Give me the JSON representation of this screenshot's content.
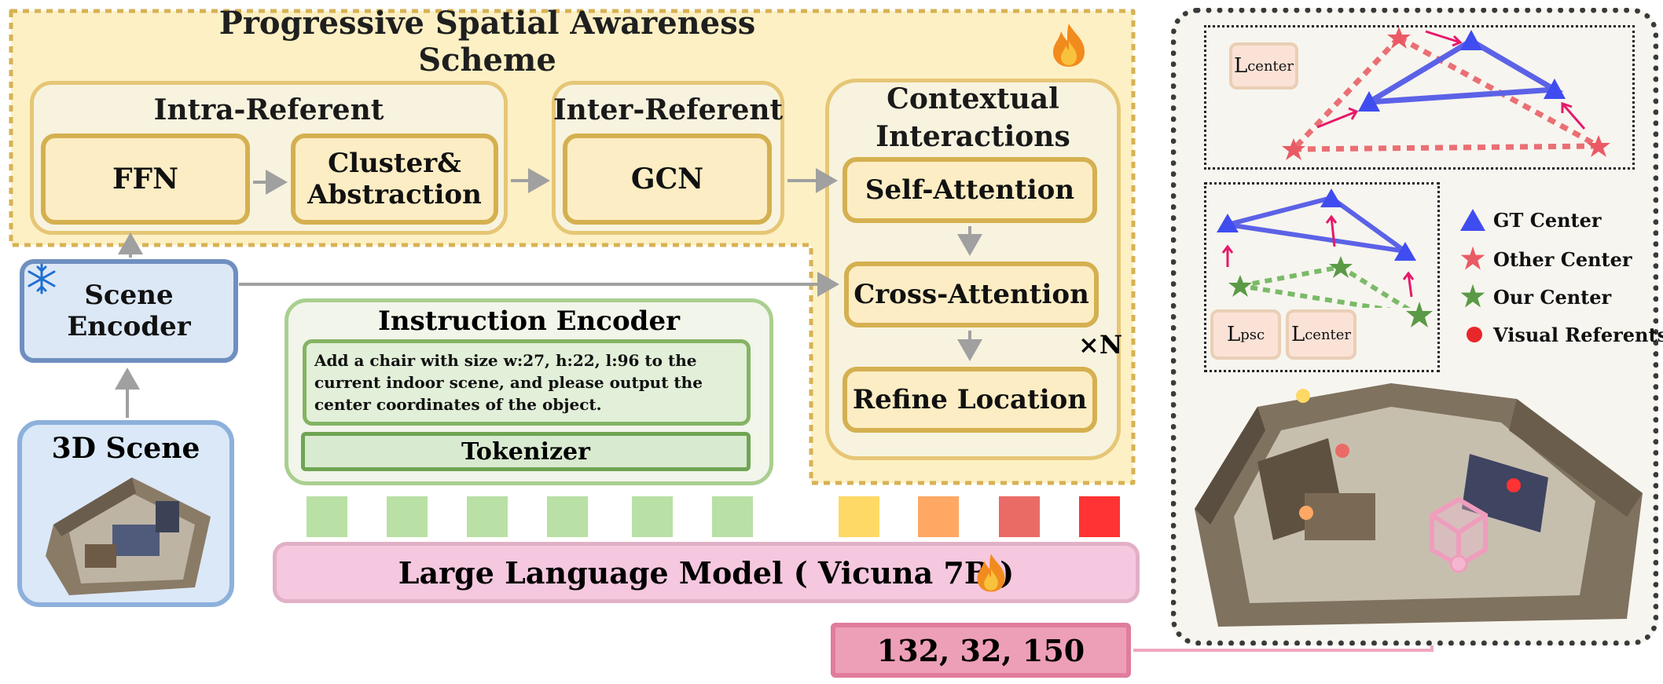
{
  "psa": {
    "title": "Progressive Spatial Awareness Scheme",
    "intra_title": "Intra-Referent",
    "ffn": "FFN",
    "cluster_line1": "Cluster&",
    "cluster_line2": "Abstraction",
    "inter_title": "Inter-Referent",
    "gcn": "GCN",
    "ctx_line1": "Contextual",
    "ctx_line2": "Interactions",
    "self_attention": "Self-Attention",
    "cross_attention": "Cross-Attention",
    "refine_location": "Refine Location",
    "repeat": "×N"
  },
  "scene_encoder": "Scene Encoder",
  "scene_3d": "3D Scene",
  "instruction": {
    "title": "Instruction Encoder",
    "text": "Add a chair with size w:27, h:22, l:96  to the current indoor scene, and please output the center coordinates of the object.",
    "tokenizer": "Tokenizer"
  },
  "llm": "Large Language Model ( Vicuna 7B )",
  "output": "132, 32, 150",
  "tokens": {
    "text_colors": [
      "#b9e0a5",
      "#b9e0a5",
      "#b9e0a5",
      "#b9e0a5",
      "#b9e0a5",
      "#b9e0a5"
    ],
    "visual_colors": [
      "#ffd966",
      "#ffa864",
      "#ea6b66",
      "#ff3333"
    ]
  },
  "legend": {
    "gt_center": "GT Center",
    "other_center": "Other Center",
    "our_center": "Our Center",
    "visual_referents": "Visual Referents"
  },
  "losses": {
    "l_center_main": "L",
    "l_center_sub": "center",
    "l_psc_main": "L",
    "l_psc_sub": "psc"
  },
  "colors": {
    "gt": "#4a5ee6",
    "other": "#ea5a64",
    "ours": "#5a9a46",
    "arrow": "#e6196b",
    "visual": "#e8272b"
  }
}
